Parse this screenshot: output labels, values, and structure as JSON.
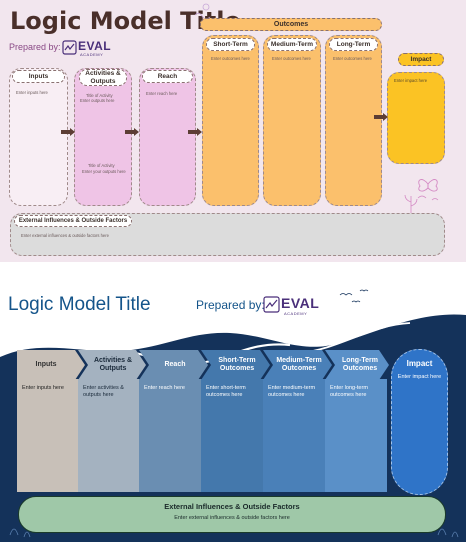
{
  "top": {
    "title": "Logic Model Title",
    "prepared_by": "Prepared by:",
    "logo_text": "EVAL",
    "logo_sub": "ACADEMY",
    "outcomes_header": "Outcomes",
    "columns": {
      "inputs": {
        "label": "Inputs",
        "body": "Enter inputs here"
      },
      "activities": {
        "label": "Activities & Outputs",
        "title1": "Title of Activity",
        "body1": "Enter outputs here",
        "title2": "Title of Activity",
        "body2": "Enter your outputs here"
      },
      "reach": {
        "label": "Reach",
        "body": "Enter reach here"
      },
      "short_term": {
        "label": "Short-Term",
        "body": "Enter outcomes here"
      },
      "medium_term": {
        "label": "Medium-Term",
        "body": "Enter outcomes here"
      },
      "long_term": {
        "label": "Long-Term",
        "body": "Enter outcomes here"
      },
      "impact": {
        "label": "Impact",
        "body": "Enter impact here"
      }
    },
    "external": {
      "label": "External Influences & Outside Factors",
      "body": "Enter external influences & outside factors here"
    },
    "colors": {
      "bg": "#f2e6ee",
      "pink": "#efc4e6",
      "orange": "#fbc06c",
      "gold": "#fbc324",
      "grey": "#dcdcdc",
      "arrow": "#5c3d34"
    }
  },
  "bottom": {
    "title": "Logic Model Title",
    "prepared_by": "Prepared by:",
    "logo_text": "EVAL",
    "logo_sub": "ACADEMY",
    "columns": {
      "inputs": {
        "label": "Inputs",
        "body": "Enter inputs here"
      },
      "activities": {
        "label": "Activities & Outputs",
        "body": "Enter activities & outputs here"
      },
      "reach": {
        "label": "Reach",
        "body": "Enter reach here"
      },
      "short_term": {
        "label": "Short-Term Outcomes",
        "body": "Enter short-term outcomes here"
      },
      "medium_term": {
        "label": "Medium-Term Outcomes",
        "body": "Enter medium-term outcomes here"
      },
      "long_term": {
        "label": "Long-Term Outcomes",
        "body": "Enter long-term outcomes here"
      },
      "impact": {
        "label": "Impact",
        "body": "Enter impact here"
      }
    },
    "external": {
      "label": "External Influences & Outside Factors",
      "body": "Enter external influences & outside factors here"
    },
    "colors": {
      "navy": "#14325a",
      "title_blue": "#14548a",
      "inputs": "#c8c0b8",
      "activities": "#a4b2c0",
      "reach": "#6a8eb2",
      "short": "#4478ac",
      "medium": "#4a80b8",
      "long": "#5a90c8",
      "impact": "#2f74c8",
      "external": "#9fc8a8"
    }
  }
}
